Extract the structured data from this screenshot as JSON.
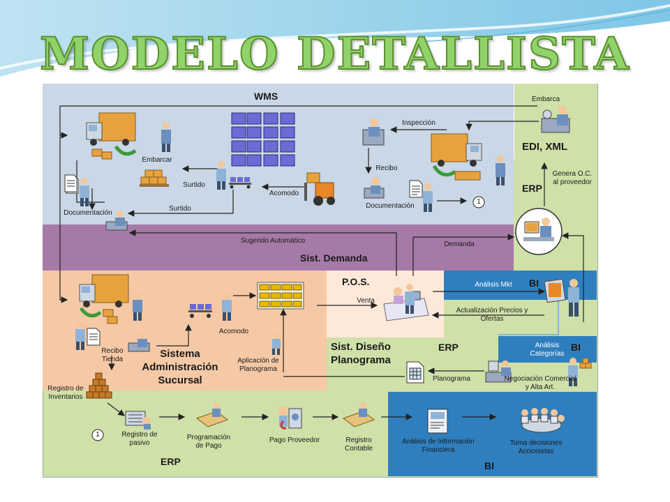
{
  "title": "MODELO DETALLISTA",
  "colors": {
    "wms": "#c9d7e6",
    "demanda": "#a67aa6",
    "sucursal": "#f6c9a6",
    "erp": "#cfe0a8",
    "bi": "#2f7fbf",
    "accent_title": "#8fd36a"
  },
  "zones": {
    "wms": "WMS",
    "edi": "EDI, XML",
    "erp_top": "ERP",
    "demanda": "Sist. Demanda",
    "pos": "P.O.S.",
    "bi_top": "BI",
    "bi_mid": "BI",
    "sucursal": "Sistema Administración Sucursal",
    "diseno": "Sist. Diseño Planograma",
    "erp_mid": "ERP",
    "erp_bottom": "ERP",
    "bi_bottom": "BI"
  },
  "labels": {
    "embarca": "Embarca",
    "inspeccion": "Inspección",
    "embarcar": "Embarcar",
    "surtido1": "Surtido",
    "surtido2": "Surtido",
    "acomodo_wms": "Acomodo",
    "recibo": "Recibo",
    "documentacion_left": "Documentación",
    "documentacion_right": "Documentación",
    "genera_oc": "Genera O.C. al proveedor",
    "sugerido": "Sugerido Automático",
    "demanda": "Demanda",
    "analisis_mkt": "Análisis Mkt",
    "venta": "Venta",
    "actualizacion": "Actualización Precios y Ofertas",
    "analisis_categorias": "Análisis Categorías",
    "acomodo_tienda": "Acomodo",
    "recibo_tienda": "Recibo Tienda",
    "aplicacion": "Aplicación de Planograma",
    "planograma": "Planograma",
    "negociacion": "Negociación Comercial y Alta Art.",
    "registro_inventarios": "Registro de Inventarios",
    "registro_pasivo": "Registro de pasivo",
    "programacion_pago": "Programación de Pago",
    "pago_proveedor": "Pago Proveedor",
    "registro_contable": "Registro Contable",
    "analisis_financiera": "Análisis de Información Financiera",
    "toma_decisiones": "Toma decisiones Accionistas",
    "connector_top": "1",
    "connector_bottom": "1"
  }
}
